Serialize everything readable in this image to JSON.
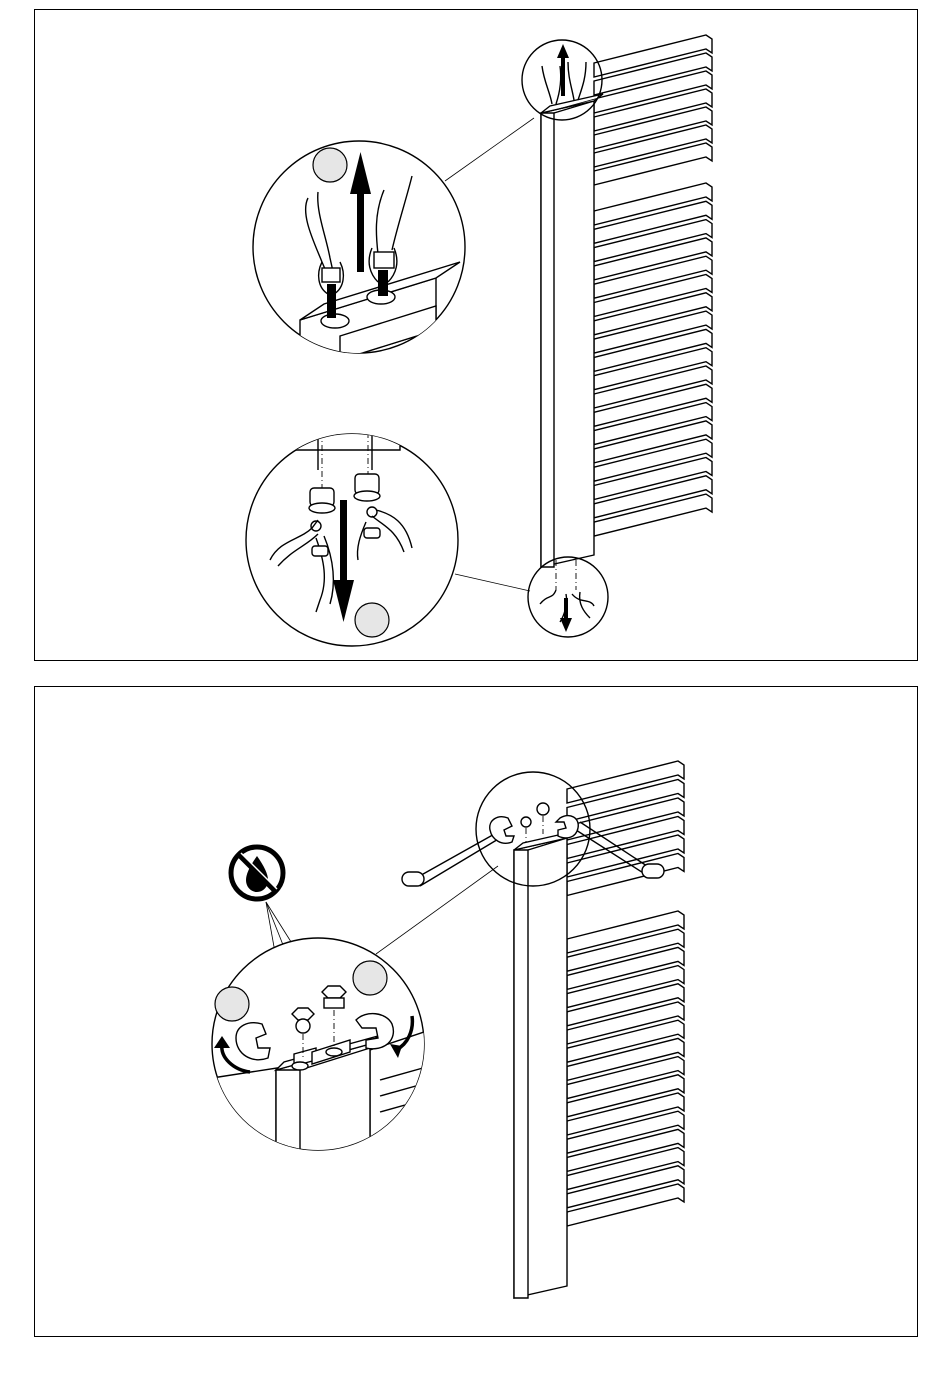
{
  "figure": {
    "step_top": {
      "callouts": [
        {
          "id": "upper-pliers-detail",
          "marker": ""
        },
        {
          "id": "lower-pliers-detail",
          "marker": ""
        }
      ],
      "arrows": [
        "up",
        "down"
      ]
    },
    "step_bottom": {
      "callouts": [
        {
          "id": "wrench-detail-left",
          "marker": ""
        },
        {
          "id": "wrench-detail-right",
          "marker": ""
        }
      ],
      "symbols": [
        "no-oil-icon"
      ]
    }
  }
}
